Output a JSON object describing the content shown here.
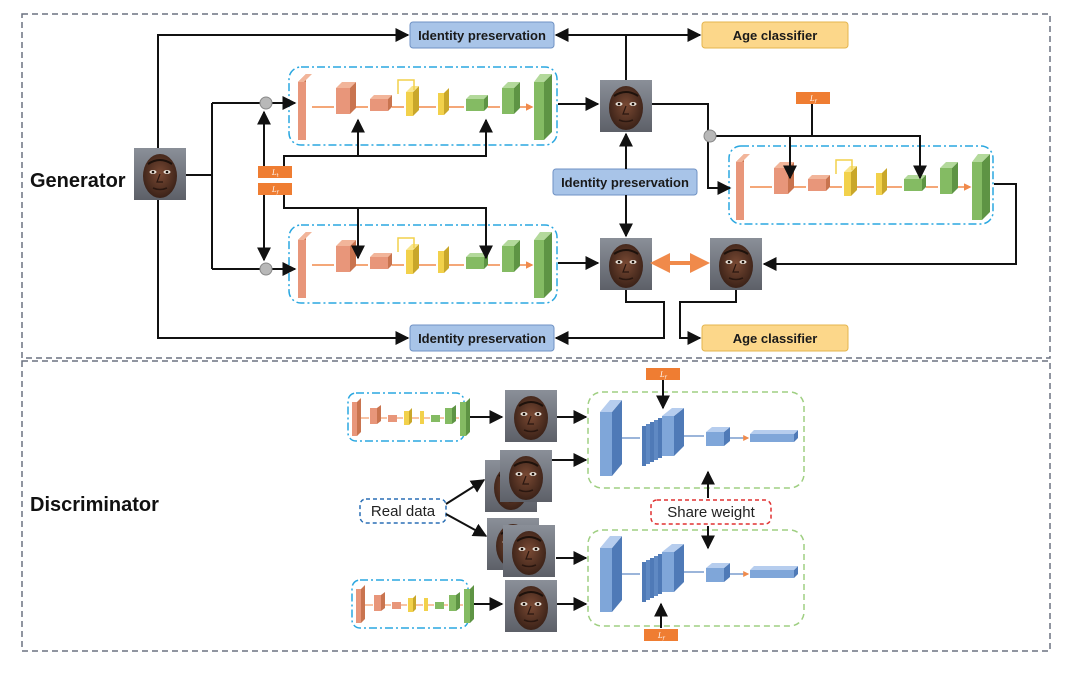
{
  "sections": {
    "generator_label": "Generator",
    "discriminator_label": "Discriminator"
  },
  "generator": {
    "identity_top": "Identity preservation",
    "age_top": "Age classifier",
    "identity_mid": "Identity preservation",
    "identity_bottom": "Identity preservation",
    "age_bottom": "Age classifier",
    "label_t": "L",
    "label_t_sub": "t",
    "label_f": "L",
    "label_f_sub": "f",
    "label_f_right": "L",
    "label_f_right_sub": "f"
  },
  "discriminator": {
    "real_data": "Real data",
    "share_weight": "Share weight",
    "label_top": "L",
    "label_top_sub": "f",
    "label_bottom": "L",
    "label_bottom_sub": "f"
  },
  "colors": {
    "identity_box": "#a8c4e8",
    "age_box": "#fcd78a",
    "orange_layer": "#e8967a",
    "yellow_layer": "#f2d14b",
    "green_layer": "#84bb63",
    "blue_layer": "#7fa6d9",
    "label_tag": "#ef7d32",
    "dash_blue": "#2aa7e0",
    "dash_green": "#9fcf82",
    "dash_red": "#e03030"
  }
}
